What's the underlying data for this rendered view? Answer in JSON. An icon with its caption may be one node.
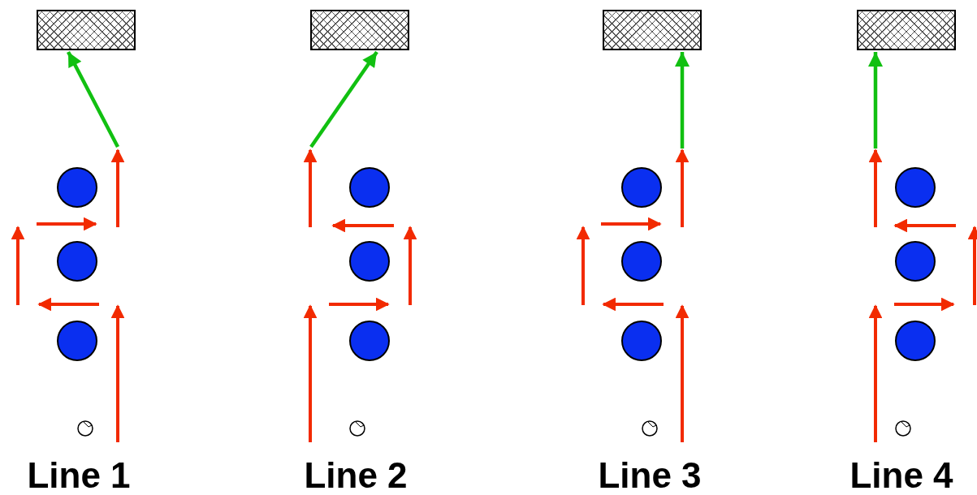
{
  "diagram": {
    "nodes": [
      {
        "text": [],
        "shape": "box"
      },
      {
        "text": [],
        "shape": "box"
      },
      {
        "text": [],
        "shape": "box"
      },
      {
        "text": [],
        "shape": "box"
      }
    ],
    "edges": [
      {
        "from": null,
        "to": 0,
        "arrow": "to"
      },
      {
        "from": null,
        "to": 1,
        "arrow": "to"
      },
      {
        "from": null,
        "to": 2,
        "arrow": "to"
      },
      {
        "from": null,
        "to": 3,
        "arrow": "to"
      }
    ],
    "labels": [
      "Line 1",
      "Line 2",
      "Line 3",
      "Line 4"
    ]
  }
}
